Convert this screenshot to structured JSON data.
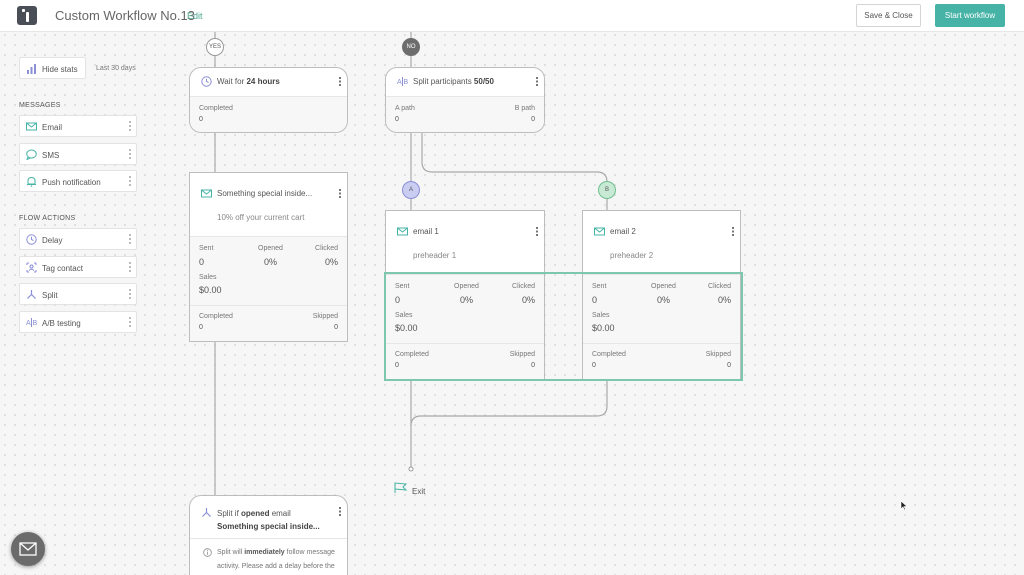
{
  "header": {
    "title": "Custom Workflow No.13",
    "edit_label": "Edit",
    "save_close_label": "Save & Close",
    "start_label": "Start workflow"
  },
  "sidebar": {
    "hide_stats_label": "Hide stats",
    "period_label": "Last 30 days",
    "messages_title": "MESSAGES",
    "messages": [
      {
        "label": "Email",
        "icon": "email-icon"
      },
      {
        "label": "SMS",
        "icon": "sms-icon"
      },
      {
        "label": "Push notification",
        "icon": "push-notification-icon"
      }
    ],
    "flow_title": "FLOW ACTIONS",
    "flow_actions": [
      {
        "label": "Delay",
        "icon": "clock-icon"
      },
      {
        "label": "Tag contact",
        "icon": "tag-icon"
      },
      {
        "label": "Split",
        "icon": "split-icon"
      },
      {
        "label": "A/B testing",
        "icon": "ab-testing-icon"
      }
    ]
  },
  "branches": {
    "yes": "YES",
    "no": "NO",
    "a": "A",
    "b": "B"
  },
  "wait_card": {
    "prefix": "Wait for ",
    "duration": "24 hours",
    "completed_label": "Completed",
    "completed_value": "0"
  },
  "split_card": {
    "prefix": "Split participants ",
    "ratio": "50/50",
    "a_label": "A path",
    "a_value": "0",
    "b_label": "B path",
    "b_value": "0"
  },
  "email_main": {
    "title": "Something special inside...",
    "preheader": "10% off your current cart",
    "sent_label": "Sent",
    "sent": "0",
    "opened_label": "Opened",
    "opened": "0%",
    "clicked_label": "Clicked",
    "clicked": "0%",
    "sales_label": "Sales",
    "sales": "$0.00",
    "completed_label": "Completed",
    "completed": "0",
    "skipped_label": "Skipped",
    "skipped": "0"
  },
  "email_a": {
    "title": "email 1",
    "preheader": "preheader 1",
    "sent_label": "Sent",
    "sent": "0",
    "opened_label": "Opened",
    "opened": "0%",
    "clicked_label": "Clicked",
    "clicked": "0%",
    "sales_label": "Sales",
    "sales": "$0.00",
    "completed_label": "Completed",
    "completed": "0",
    "skipped_label": "Skipped",
    "skipped": "0"
  },
  "email_b": {
    "title": "email 2",
    "preheader": "preheader 2",
    "sent_label": "Sent",
    "sent": "0",
    "opened_label": "Opened",
    "opened": "0%",
    "clicked_label": "Clicked",
    "clicked": "0%",
    "sales_label": "Sales",
    "sales": "$0.00",
    "completed_label": "Completed",
    "completed": "0",
    "skipped_label": "Skipped",
    "skipped": "0"
  },
  "exit_label": "Exit",
  "split_open_card": {
    "part1": "Split if ",
    "bold1": "opened",
    "part2": " email ",
    "bold2": "Something special inside...",
    "note1": "Split will ",
    "note_bold": "immediately",
    "note2": " follow message",
    "note3": "activity. Please add a delay before the"
  },
  "colors": {
    "accent": "#46b3a6",
    "highlight": "#7cc7ad",
    "badge_a": "#c9cdf1",
    "badge_b": "#c8ead4"
  }
}
